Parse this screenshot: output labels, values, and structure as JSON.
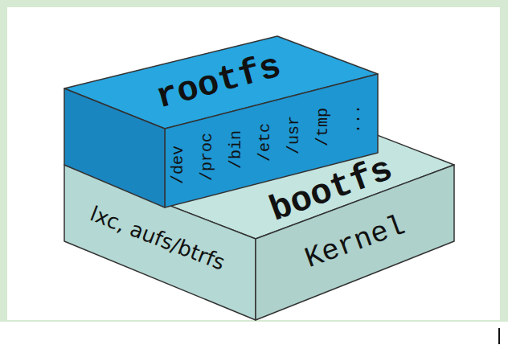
{
  "diagram": {
    "nodes": [
      {
        "text": [
          "rootfs",
          "/dev",
          "/proc",
          "/bin",
          "/etc",
          "/usr",
          "/tmp",
          "..."
        ]
      },
      {
        "text": [
          "lxc, aufs/btrfs",
          "bootfs",
          "Kernel"
        ]
      }
    ]
  }
}
